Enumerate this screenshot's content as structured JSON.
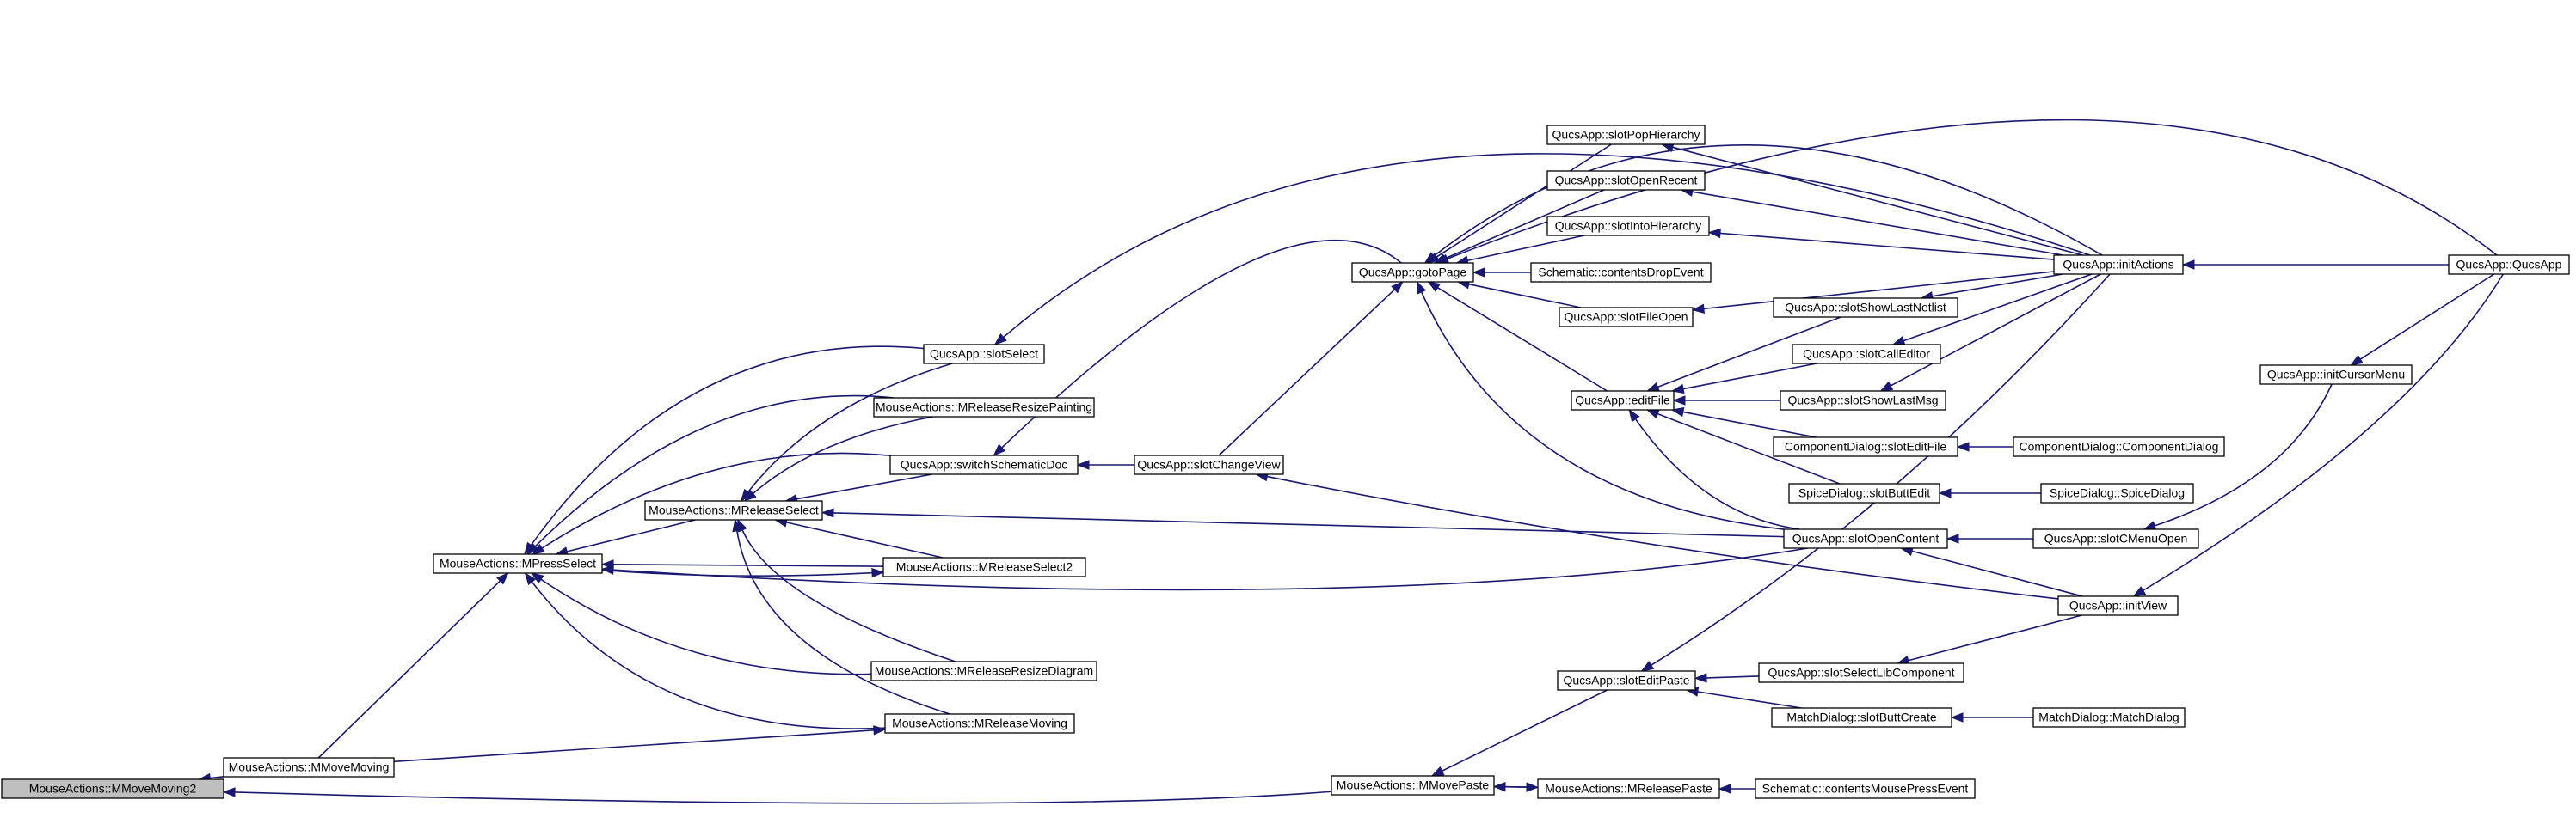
{
  "colors": {
    "edge": "#191970",
    "root_fill": "#bfbfbf",
    "node_fill": "#ffffff",
    "node_border": "#000000"
  },
  "nodes": {
    "mmovemoving2": "MouseActions::MMoveMoving2",
    "mmovemoving": "MouseActions::MMoveMoving",
    "mpressselect": "MouseActions::MPressSelect",
    "mreleaseselect": "MouseActions::MReleaseSelect",
    "slotselect": "QucsApp::slotSelect",
    "mreleaseresizepainting": "MouseActions::MReleaseResizePainting",
    "switchschematicdoc": "QucsApp::switchSchematicDoc",
    "mreleaseselect2": "MouseActions::MReleaseSelect2",
    "mreleaseresizediagram": "MouseActions::MReleaseResizeDiagram",
    "mreleasemoving": "MouseActions::MReleaseMoving",
    "slotchangeview": "QucsApp::slotChangeView",
    "gotopage": "QucsApp::gotoPage",
    "slotpophierarchy": "QucsApp::slotPopHierarchy",
    "slotopenrecent": "QucsApp::slotOpenRecent",
    "slotintohierarchy": "QucsApp::slotIntoHierarchy",
    "contentsdropevent": "Schematic::contentsDropEvent",
    "slotfileopen": "QucsApp::slotFileOpen",
    "editfile": "QucsApp::editFile",
    "slotshowlastnetlist": "QucsApp::slotShowLastNetlist",
    "sloteditor": "QucsApp::slotCallEditor",
    "slotshowlastmsg": "QucsApp::slotShowLastMsg",
    "compslotedit": "ComponentDialog::slotEditFile",
    "spiceslotbutt": "SpiceDialog::slotButtEdit",
    "slotopencontent": "QucsApp::slotOpenContent",
    "initactions": "QucsApp::initActions",
    "initview": "QucsApp::initView",
    "componentdialog": "ComponentDialog::ComponentDialog",
    "spicedialog": "SpiceDialog::SpiceDialog",
    "slotcmenuopen": "QucsApp::slotCMenuOpen",
    "initcursormenu": "QucsApp::initCursorMenu",
    "qucsapp": "QucsApp::QucsApp",
    "sloteditpaste": "QucsApp::slotEditPaste",
    "slotselectlib": "QucsApp::slotSelectLibComponent",
    "matchslotbutt": "MatchDialog::slotButtCreate",
    "matchdialog": "MatchDialog::MatchDialog",
    "mmovepaste": "MouseActions::MMovePaste",
    "mreleasepaste": "MouseActions::MReleasePaste",
    "contentsmousepress": "Schematic::contentsMousePressEvent"
  }
}
